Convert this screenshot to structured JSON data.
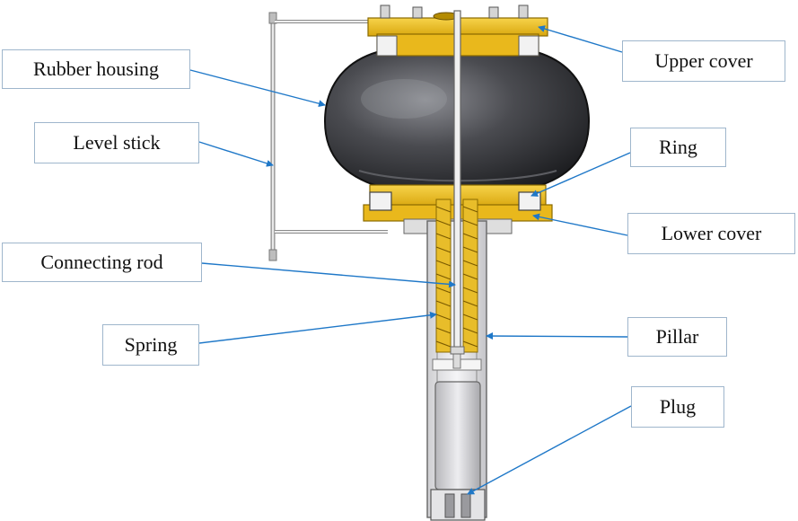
{
  "labels": {
    "rubber_housing": "Rubber housing",
    "level_stick": "Level stick",
    "connecting_rod": "Connecting rod",
    "spring": "Spring",
    "upper_cover": "Upper cover",
    "ring": "Ring",
    "lower_cover": "Lower cover",
    "pillar": "Pillar",
    "plug": "Plug"
  },
  "colors": {
    "leader": "#1f78c8",
    "box_border": "#9fb6cc",
    "cover_yellow": "#f0c020",
    "rubber_dark": "#3a3b40",
    "metal_light": "#e6e6e6"
  }
}
